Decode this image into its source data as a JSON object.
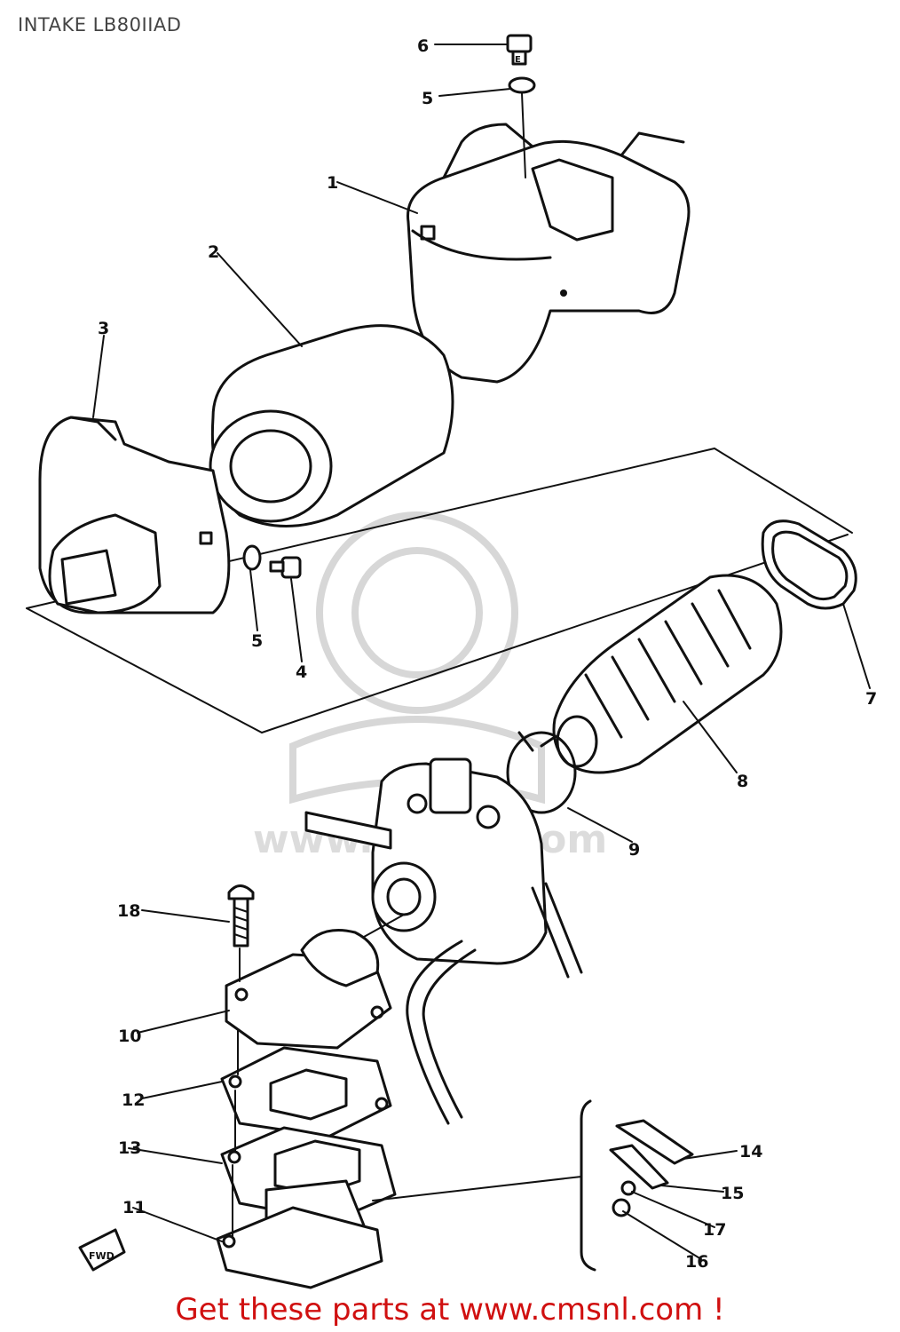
{
  "title": "INTAKE LB80IIAD",
  "footer": "Get these parts at www.cmsnl.com !",
  "watermark": "www.cmsnl.com",
  "callouts": {
    "c1": "1",
    "c2": "2",
    "c3": "3",
    "c4": "4",
    "c5a": "5",
    "c5b": "5",
    "c6": "6",
    "c7": "7",
    "c8": "8",
    "c9": "9",
    "c10": "10",
    "c11": "11",
    "c12": "12",
    "c13": "13",
    "c14": "14",
    "c15": "15",
    "c16": "16",
    "c17": "17",
    "c18": "18"
  },
  "fwd_label": "FWD",
  "colors": {
    "footer": "#d01010",
    "ink": "#111111",
    "watermark": "#d7d7d7"
  }
}
